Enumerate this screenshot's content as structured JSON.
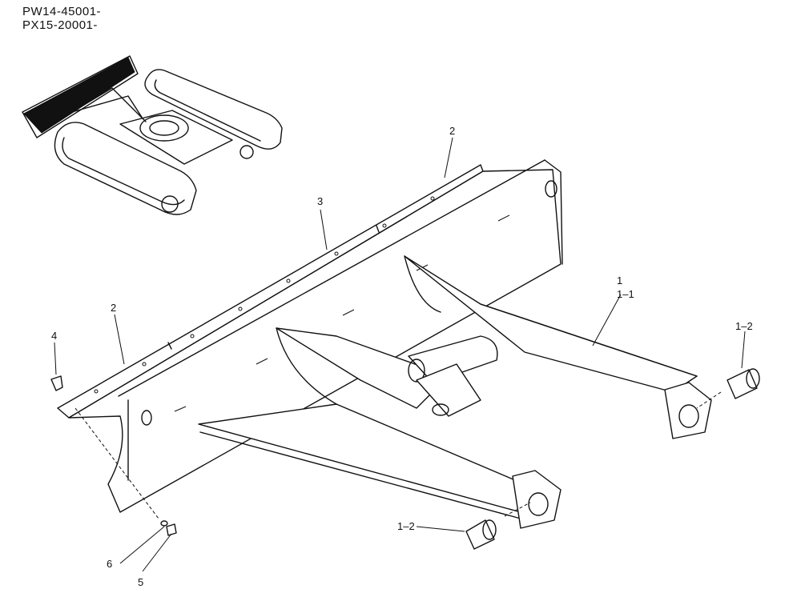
{
  "header": {
    "line1": "PW14-45001-",
    "line2": "PX15-20001-"
  },
  "callouts": {
    "c2_top": "2",
    "c3": "3",
    "c1": "1",
    "c1_1": "1–1",
    "c1_2_right": "1–2",
    "c2_left": "2",
    "c4": "4",
    "c1_2_bottom": "1–2",
    "c6": "6",
    "c5": "5"
  }
}
